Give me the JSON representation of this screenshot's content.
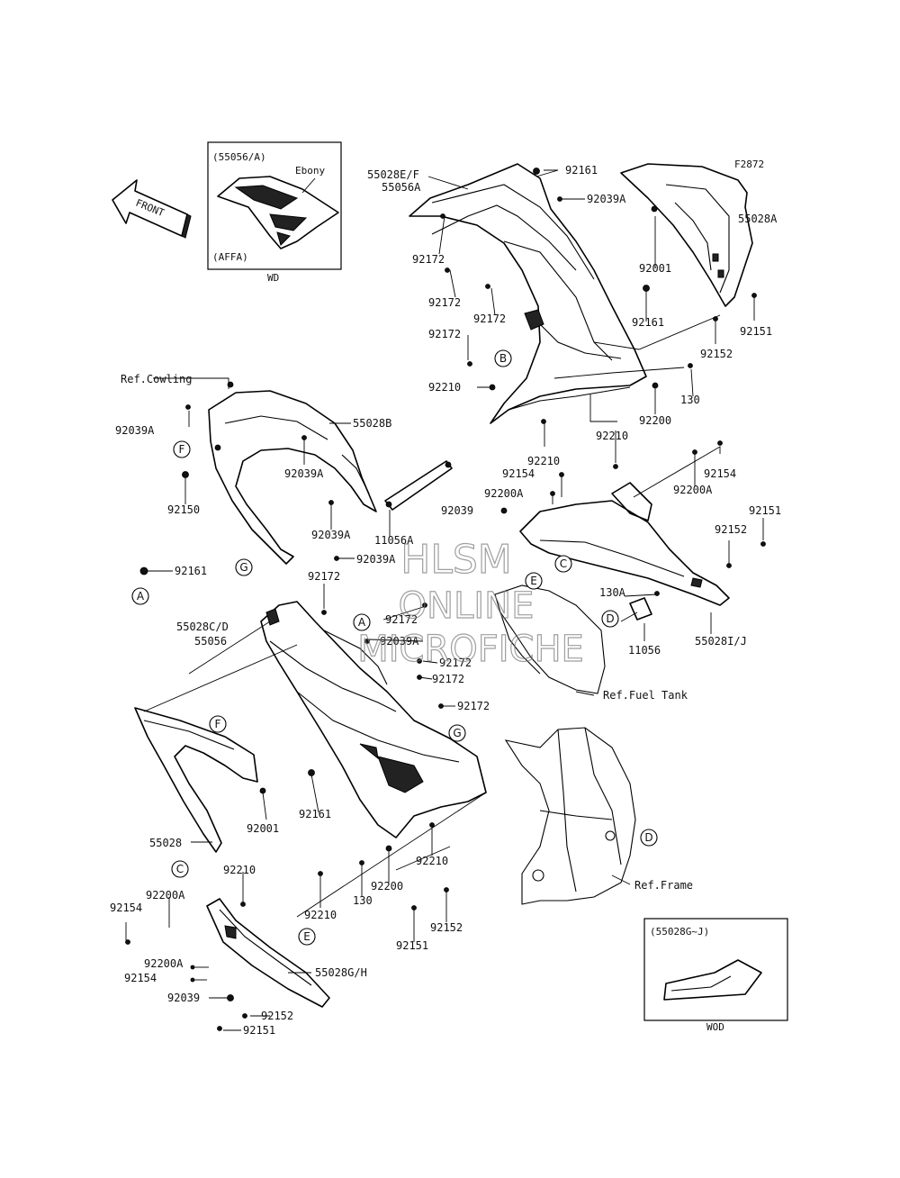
{
  "diagram_code": "F2872",
  "watermark": {
    "line1": "HLSM",
    "line2": "ONLINE",
    "line3": "MICROFICHE"
  },
  "front_arrow": {
    "label": "FRONT"
  },
  "inset_top": {
    "header": "(55056/A)",
    "color_label": "Ebony",
    "variant": "(AFFA)",
    "caption": "WD"
  },
  "inset_bottom": {
    "header": "(55028G~J)",
    "caption": "WOD"
  },
  "references": {
    "cowling": "Ref.Cowling",
    "fuel_tank": "Ref.Fuel Tank",
    "frame": "Ref.Frame"
  },
  "callouts": [
    "A",
    "B",
    "C",
    "D",
    "E",
    "F",
    "G"
  ],
  "part_labels": [
    "55028E/F",
    "55056A",
    "92161",
    "92039A",
    "92172",
    "92172",
    "92172",
    "92172",
    "92210",
    "92001",
    "92161",
    "55028A",
    "92151",
    "92152",
    "130",
    "92200",
    "92210",
    "92210",
    "55028B",
    "92039A",
    "92039A",
    "92150",
    "92039A",
    "11056A",
    "92039A",
    "92161",
    "92172",
    "92154",
    "92200A",
    "92154",
    "92200A",
    "92039",
    "92151",
    "92152",
    "130A",
    "11056",
    "55028I/J",
    "55028C/D",
    "55056",
    "92172",
    "92039A",
    "92172",
    "92172",
    "92172",
    "92001",
    "92161",
    "55028",
    "92210",
    "92200A",
    "92154",
    "130",
    "92210",
    "92200",
    "92210",
    "92152",
    "92151",
    "92200A",
    "92154",
    "92039",
    "55028G/H",
    "92152",
    "92151"
  ]
}
